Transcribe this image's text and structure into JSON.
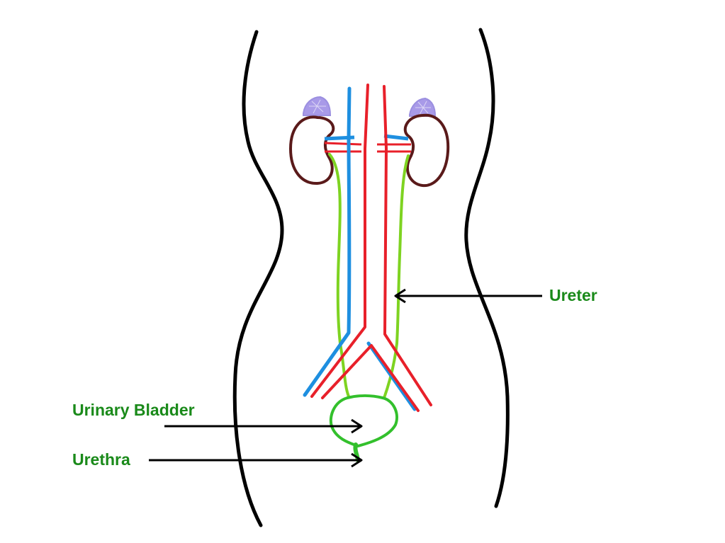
{
  "labels": {
    "ureter": "Ureter",
    "urinary_bladder": "Urinary Bladder",
    "urethra": "Urethra"
  },
  "colors": {
    "outline": "#000000",
    "artery": "#e8202a",
    "vein": "#1e8fe0",
    "urinary": "#7ed321",
    "urinary_dark": "#33a02c",
    "kidney": "#5a1a1a",
    "adrenal": "#9b8fe0",
    "label_text": "#1a8a1a"
  }
}
